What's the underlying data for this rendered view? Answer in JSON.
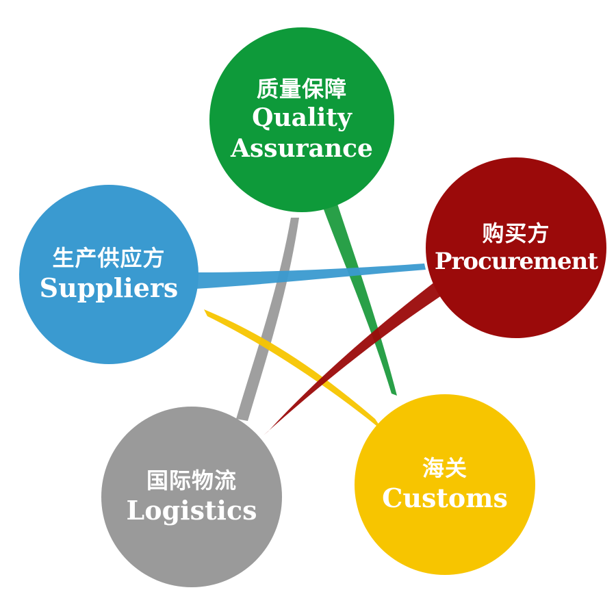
{
  "nodes": {
    "quality_assurance": {
      "zh": "质量保障",
      "en_line1": "Quality",
      "en_line2": "Assurance",
      "color": "#0E9A3A"
    },
    "procurement": {
      "zh": "购买方",
      "en": "Procurement",
      "color": "#9B0A0A"
    },
    "suppliers": {
      "zh": "生产供应方",
      "en": "Suppliers",
      "color": "#3A9AD0"
    },
    "logistics": {
      "zh": "国际物流",
      "en": "Logistics",
      "color": "#9A9A9A"
    },
    "customs": {
      "zh": "海关",
      "en": "Customs",
      "color": "#F7C500"
    }
  },
  "connectors": [
    {
      "from": "quality_assurance",
      "to": "customs",
      "color": "#1E9B3E"
    },
    {
      "from": "procurement",
      "to": "logistics",
      "color": "#9B0A0A"
    },
    {
      "from": "suppliers",
      "to": "procurement",
      "color": "#3A9AD0"
    },
    {
      "from": "logistics",
      "to": "quality_assurance",
      "color": "#9A9A9A"
    },
    {
      "from": "suppliers",
      "to": "customs",
      "color": "#F7C500"
    }
  ]
}
